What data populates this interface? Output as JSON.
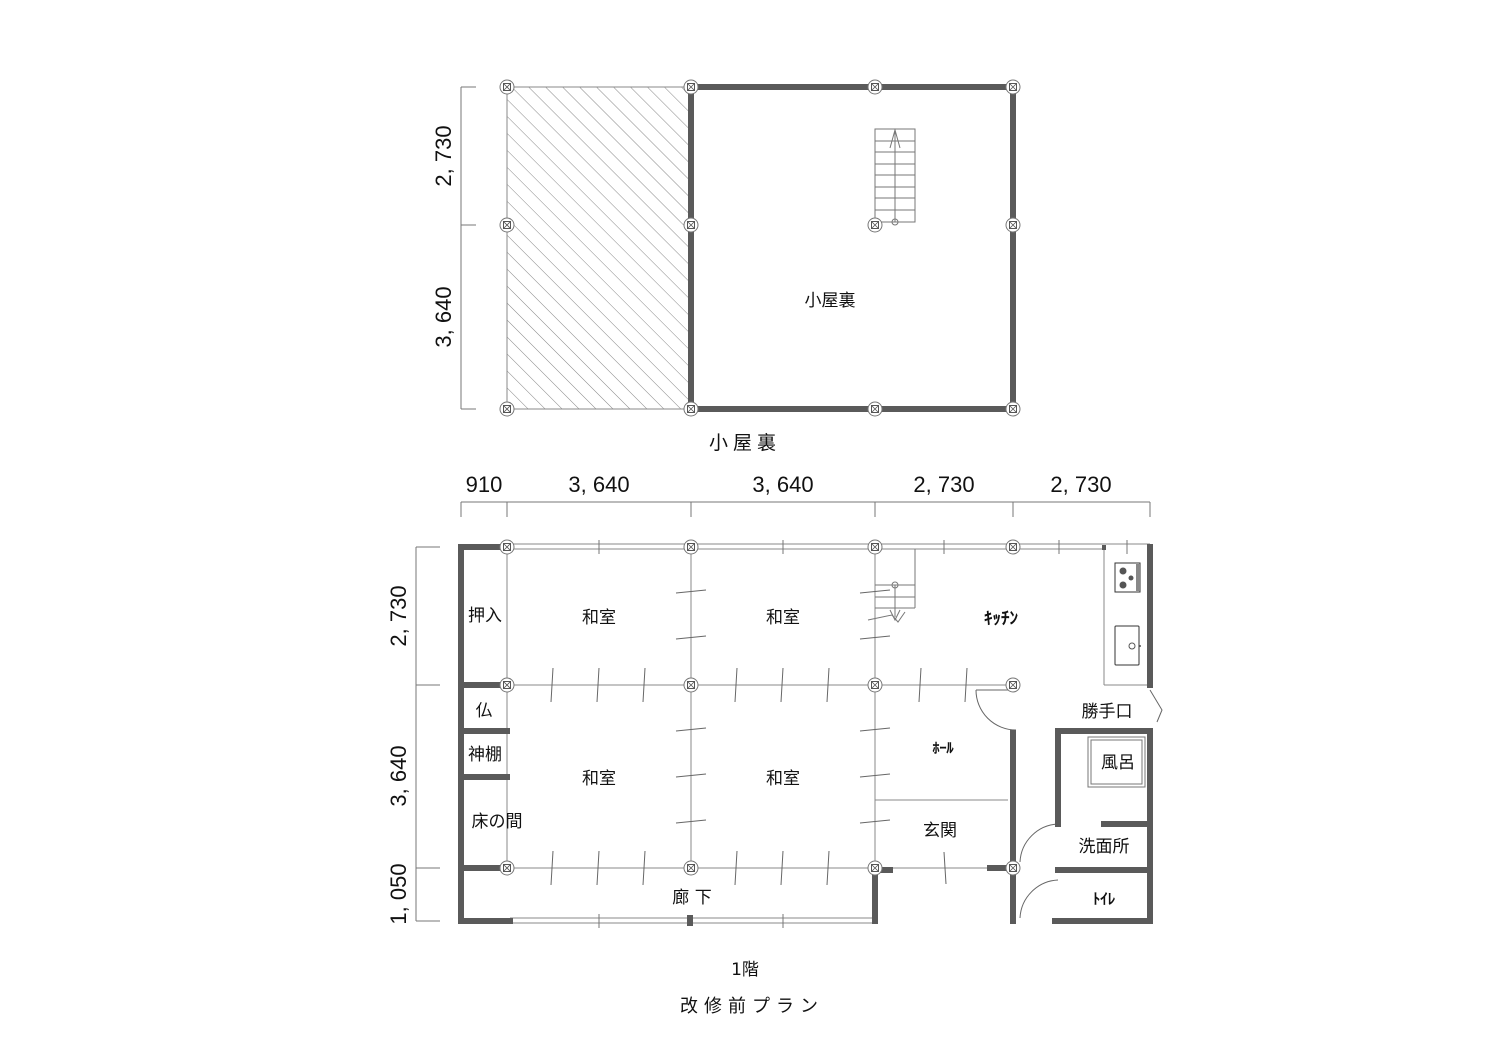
{
  "attic_plan": {
    "room_label": "小屋裏",
    "plan_title": "小屋裏",
    "vertical_dims": [
      "2, 730",
      "3, 640"
    ]
  },
  "ground_plan": {
    "horizontal_dims": [
      "910",
      "3, 640",
      "3, 640",
      "2, 730",
      "2, 730"
    ],
    "vertical_dims": [
      "2, 730",
      "3, 640",
      "1, 050"
    ],
    "rooms": {
      "oshiire": "押入",
      "washitsu_1": "和室",
      "washitsu_2": "和室",
      "kitchen": "ｷｯﾁﾝ",
      "butsudan": "仏",
      "kamidana": "神棚",
      "tokonoma": "床の間",
      "washitsu_3": "和室",
      "washitsu_4": "和室",
      "hall": "ﾎｰﾙ",
      "genkan": "玄関",
      "katteguchi": "勝手口",
      "furo": "風呂",
      "senmenjo": "洗面所",
      "toilet": "ﾄｲﾚ",
      "rouka": "廊 下"
    },
    "floor_label": "1階",
    "plan_title": "改修前プラン"
  },
  "icons": {
    "column": "column-marker-icon",
    "stair": "stair-icon",
    "stove": "stove-icon",
    "sink": "sink-icon",
    "door": "door-swing-icon"
  },
  "colors": {
    "wall": "#5a5a5a",
    "line": "#777777",
    "text": "#111111"
  }
}
